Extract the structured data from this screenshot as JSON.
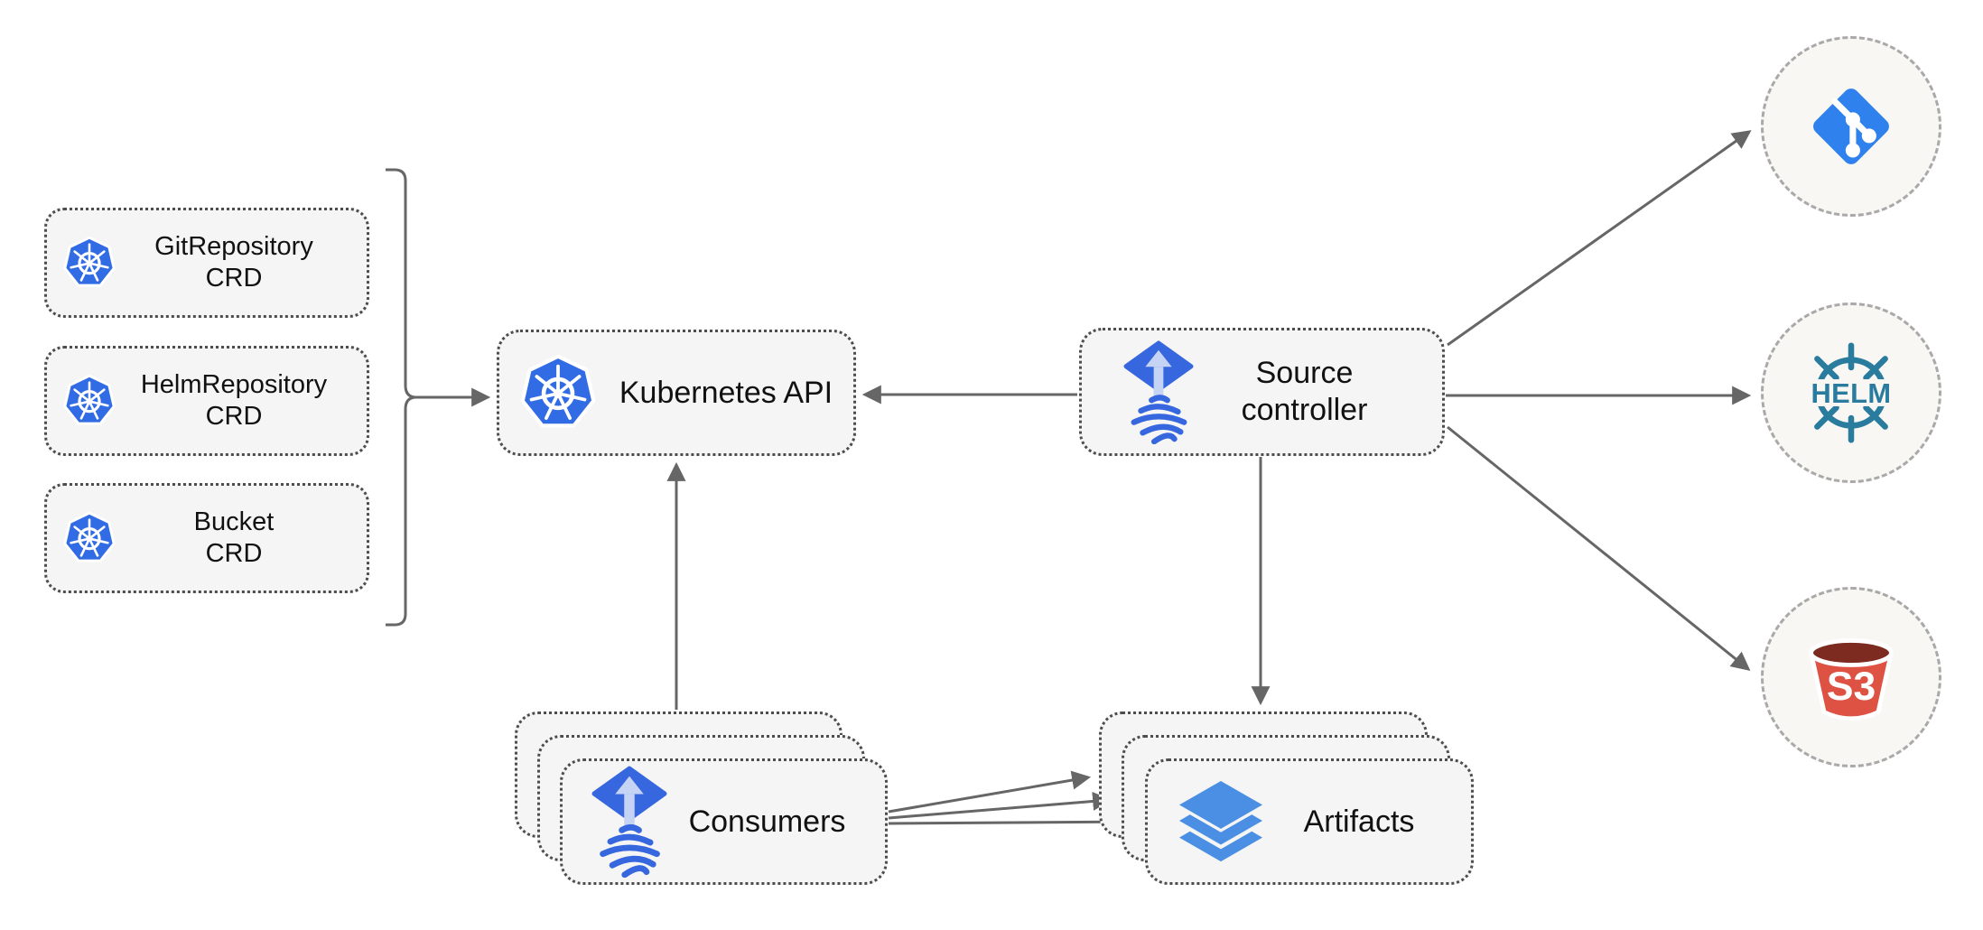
{
  "colors": {
    "arrow-gray": "#666666",
    "node-fill": "#f5f5f5",
    "node-border": "#4d4d4d",
    "circle-fill": "#f8f7f3",
    "circle-border": "#a9a9a9",
    "text": "#111111",
    "kubernetes-blue": "#326ce5",
    "flux-blue": "#3767df",
    "flux-arrow-light": "#c5d3f4",
    "artifacts-blue": "#4a8fe3",
    "git-blue": "#2f81ed",
    "helm-teal": "#2a7c9f",
    "s3-red": "#dd5243",
    "s3-dark": "#7d2b20"
  },
  "nodes": {
    "crd_gitrepository": {
      "label": "GitRepository\nCRD",
      "icon": "kubernetes-icon"
    },
    "crd_helmrepository": {
      "label": "HelmRepository\nCRD",
      "icon": "kubernetes-icon"
    },
    "crd_bucket": {
      "label": "Bucket\nCRD",
      "icon": "kubernetes-icon"
    },
    "kubernetes_api": {
      "label": "Kubernetes API",
      "icon": "kubernetes-icon"
    },
    "source_controller": {
      "label": "Source\ncontroller",
      "icon": "flux-icon"
    },
    "consumers": {
      "label": "Consumers",
      "icon": "flux-icon",
      "stacked": true
    },
    "artifacts": {
      "label": "Artifacts",
      "icon": "layers-icon",
      "stacked": true
    },
    "git_endpoint": {
      "icon": "git-icon"
    },
    "helm_endpoint": {
      "icon": "helm-icon",
      "logo_text": "HELM"
    },
    "s3_endpoint": {
      "icon": "s3-bucket-icon",
      "logo_text": "S3"
    }
  },
  "edges": [
    {
      "from": "crd-group-bracket",
      "to": "kubernetes_api"
    },
    {
      "from": "source_controller",
      "to": "kubernetes_api"
    },
    {
      "from": "consumers",
      "to": "kubernetes_api"
    },
    {
      "from": "source_controller",
      "to": "artifacts"
    },
    {
      "from": "source_controller",
      "to": "git_endpoint"
    },
    {
      "from": "source_controller",
      "to": "helm_endpoint"
    },
    {
      "from": "source_controller",
      "to": "s3_endpoint"
    },
    {
      "from": "consumers",
      "to": "artifacts"
    },
    {
      "from": "consumers",
      "to": "artifacts"
    },
    {
      "from": "consumers",
      "to": "artifacts"
    }
  ]
}
